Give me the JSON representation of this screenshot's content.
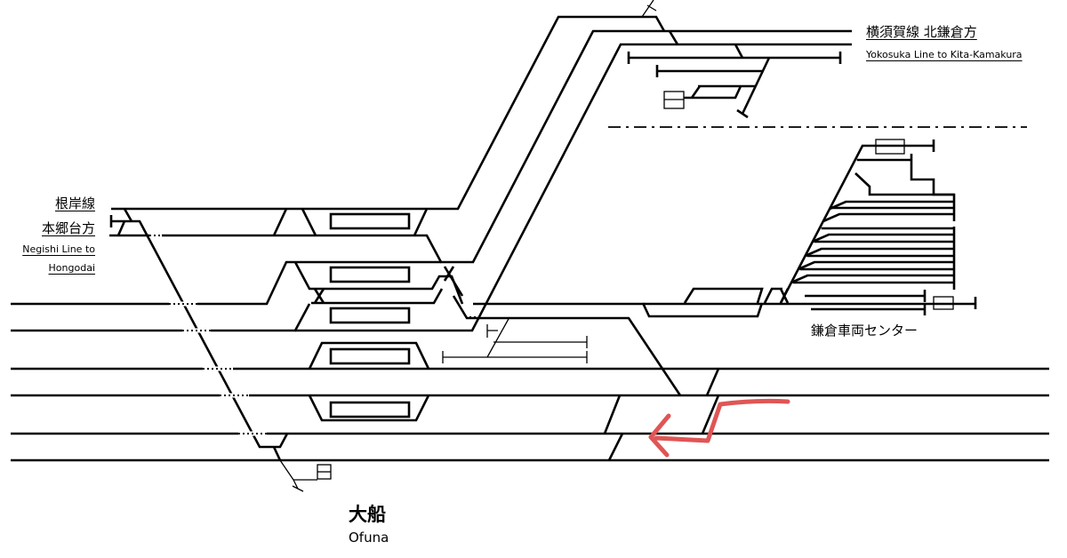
{
  "labels": {
    "negishi_jp_1": "根岸線",
    "negishi_jp_2": "本郷台方",
    "negishi_en_1": "Negishi Line to",
    "negishi_en_2": "Hongodai",
    "yokosuka_jp": "横須賀線 北鎌倉方",
    "yokosuka_en": "Yokosuka Line to Kita-Kamakura",
    "depot": "鎌倉車両センター",
    "station_jp": "大船",
    "station_en": "Ofuna"
  },
  "colors": {
    "track": "#000000",
    "annotation_arrow": "#e05555"
  },
  "annotation": {
    "type": "arrow",
    "direction": "left"
  }
}
